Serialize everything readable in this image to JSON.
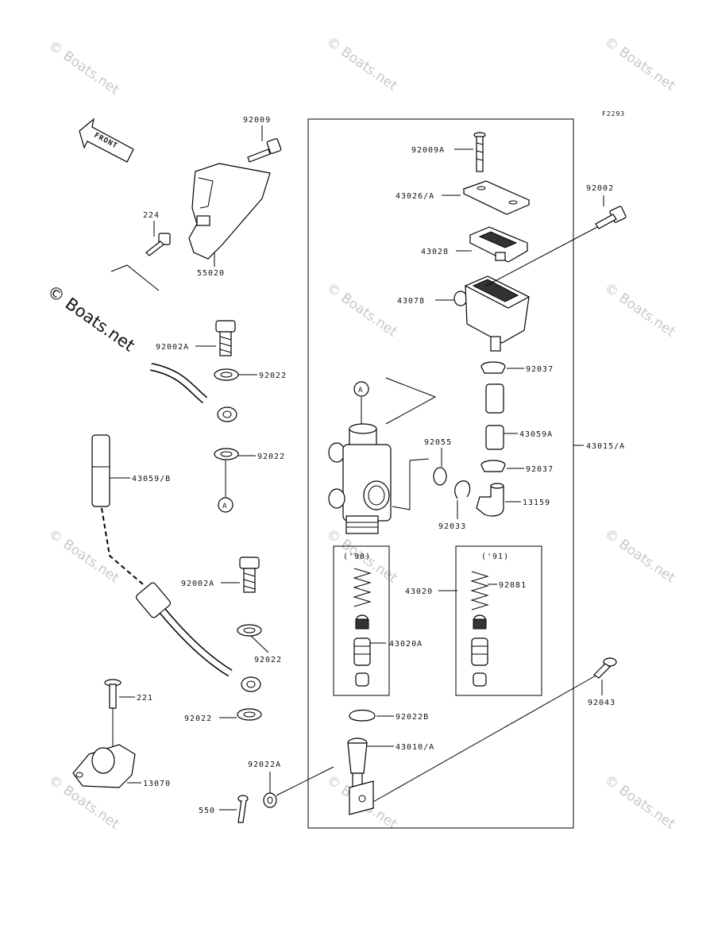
{
  "figure_code": "F2293",
  "front_arrow_label": "FRONT",
  "watermark": "© Boats.net",
  "parts": {
    "p92009": "92009",
    "p224": "224",
    "p55020": "55020",
    "p92002A_1": "92002A",
    "p92022_1": "92022",
    "p92022_2": "92022",
    "p43059B": "43059/B",
    "p92002A_2": "92002A",
    "p92022_3": "92022",
    "p92022_4": "92022",
    "p221": "221",
    "p13070": "13070",
    "p550": "550",
    "p92022A": "92022A",
    "p92009A": "92009A",
    "p43026A": "43026/A",
    "p43028": "43028",
    "p43078": "43078",
    "p92002": "92002",
    "p92037_1": "92037",
    "p43059A": "43059A",
    "p43015A": "43015/A",
    "p92055": "92055",
    "p92037_2": "92037",
    "p13159": "13159",
    "p92033": "92033",
    "p43020": "43020",
    "p92081": "92081",
    "p43020A": "43020A",
    "p92022B": "92022B",
    "p43010A": "43010/A",
    "p92043": "92043"
  },
  "callout_A": "A",
  "year_90": "('90)",
  "year_91": "('91)"
}
